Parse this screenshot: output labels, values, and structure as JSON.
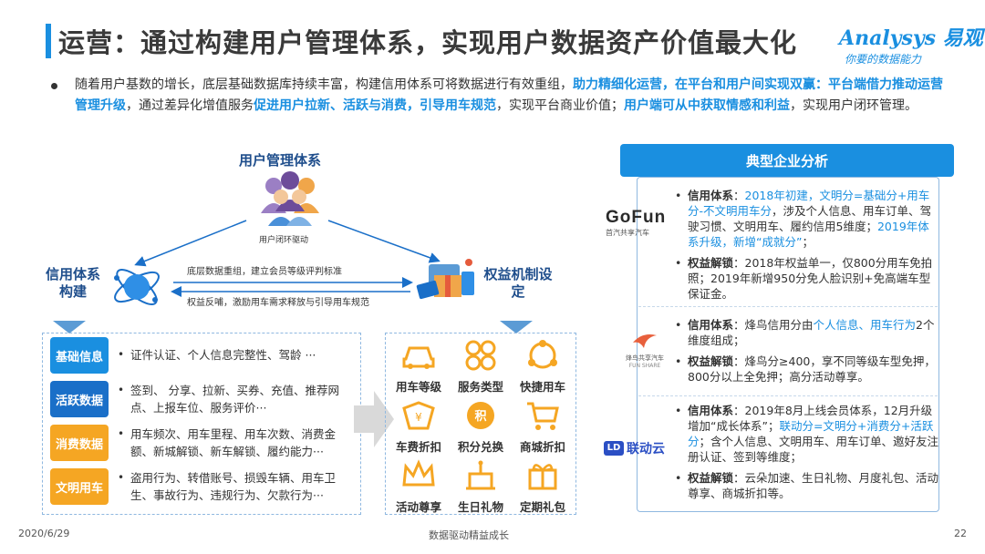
{
  "header": {
    "title": "运营：通过构建用户管理体系，实现用户数据资产价值最大化",
    "logo_main": "Analysys 易观",
    "logo_sub": "你要的数据能力"
  },
  "intro": {
    "p1": "随着用户基数的增长，底层基础数据库持续丰富，构建信用体系可将数据进行有效重组，",
    "h1": "助力精细化运营，在平台和用户间实现双赢：平台端借力推动运营管理升级",
    "p2": "，通过差异化增值服务",
    "h2": "促进用户拉新、活跃与消费，引导用车规范",
    "p3": "，实现平台商业价值；",
    "h3": "用户端可从中获取情感和利益",
    "p4": "，实现用户闭环管理。"
  },
  "diagram": {
    "user_mgmt_title": "用户管理体系",
    "user_loop": "用户闭环驱动",
    "credit_title": "信用体系构建",
    "equity_title": "权益机制设定",
    "flow_top": "底层数据重组，建立会员等级评判标准",
    "flow_bottom": "权益反哺，激励用车需求释放与引导用车规范"
  },
  "data_rows": [
    {
      "tag": "基础信息",
      "color": "#1a8fe0",
      "text": "证件认证、个人信息完整性、驾龄 ···"
    },
    {
      "tag": "活跃数据",
      "color": "#1a6fc8",
      "text": "签到、 分享、拉新、买券、充值、推荐网点、上报车位、服务评价···"
    },
    {
      "tag": "消费数据",
      "color": "#f5a623",
      "text": "用车频次、用车里程、用车次数、消费金额、新城解锁、新车解锁、履约能力···"
    },
    {
      "tag": "文明用车",
      "color": "#f5a623",
      "text": "盗用行为、转借账号、损毁车辆、用车卫生、事故行为、违规行为、欠款行为···"
    }
  ],
  "equity_items": [
    {
      "label": "用车等级",
      "icon": "car-icon"
    },
    {
      "label": "服务类型",
      "icon": "service-type-icon"
    },
    {
      "label": "快捷用车",
      "icon": "quick-use-icon"
    },
    {
      "label": "车费折扣",
      "icon": "fare-discount-icon"
    },
    {
      "label": "积分兑换",
      "icon": "points-exchange-icon"
    },
    {
      "label": "商城折扣",
      "icon": "shopping-cart-icon"
    },
    {
      "label": "活动尊享",
      "icon": "crown-icon"
    },
    {
      "label": "生日礼物",
      "icon": "cake-icon"
    },
    {
      "label": "定期礼包",
      "icon": "gift-box-icon"
    }
  ],
  "panel": {
    "title": "典型企业分析",
    "companies": [
      {
        "logo": "GoFun",
        "logo_sub": "首汽共享汽车",
        "items": [
          {
            "k": "信用体系",
            "segments": [
              {
                "t": "：",
                "h": false
              },
              {
                "t": "2018年初建，文明分=基础分+用车分-不文明用车分",
                "h": true
              },
              {
                "t": "，涉及个人信息、用车订单、驾驶习惯、文明用车、履约信用5维度；",
                "h": false
              },
              {
                "t": "2019年体系升级，新增“成就分”",
                "h": true
              },
              {
                "t": "；",
                "h": false
              }
            ]
          },
          {
            "k": "权益解锁",
            "segments": [
              {
                "t": "：2018年权益单一，仅800分用车免拍照；2019年新增950分免人脸识别+免高端车型保证金。",
                "h": false
              }
            ]
          }
        ]
      },
      {
        "logo": "烽鸟共享汽车",
        "logo_sub": "FUN SHARE",
        "items": [
          {
            "k": "信用体系",
            "segments": [
              {
                "t": "：烽鸟信用分由",
                "h": false
              },
              {
                "t": "个人信息、用车行为",
                "h": true
              },
              {
                "t": "2个维度组成；",
                "h": false
              }
            ]
          },
          {
            "k": "权益解锁",
            "segments": [
              {
                "t": "：烽鸟分≥400，享不同等级车型免押，800分以上全免押；高分活动尊享。",
                "h": false
              }
            ]
          }
        ]
      },
      {
        "logo": "联动云",
        "logo_sub": "",
        "items": [
          {
            "k": "信用体系",
            "segments": [
              {
                "t": "：2019年8月上线会员体系，12月升级增加“成长体系”；",
                "h": false
              },
              {
                "t": "联动分=文明分+消费分+活跃分",
                "h": true
              },
              {
                "t": "；含个人信息、文明用车、用车订单、邀好友注册认证、签到等维度；",
                "h": false
              }
            ]
          },
          {
            "k": "权益解锁",
            "segments": [
              {
                "t": "：云朵加速、生日礼物、月度礼包、活动尊享、商城折扣等。",
                "h": false
              }
            ]
          }
        ]
      }
    ]
  },
  "footer": {
    "date": "2020/6/29",
    "center": "数据驱动精益成长",
    "page": "22"
  },
  "colors": {
    "accent": "#1a8fe0",
    "navy": "#1f4e8c",
    "orange": "#f5a623"
  }
}
